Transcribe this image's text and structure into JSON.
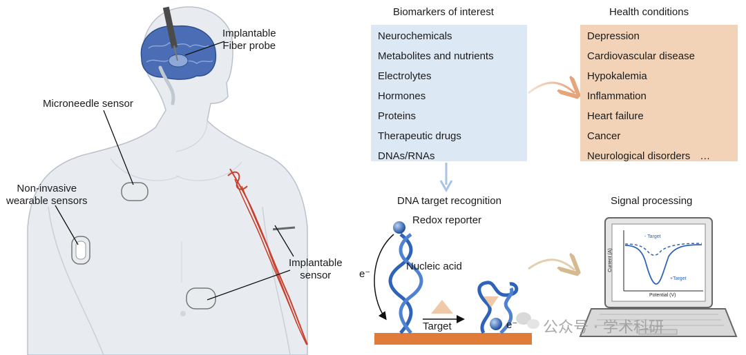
{
  "body_labels": {
    "fiber_probe": [
      "Implantable",
      "Fiber probe"
    ],
    "microneedle": "Microneedle sensor",
    "noninvasive": [
      "Non-invasive",
      "wearable sensors"
    ],
    "implantable_sensor": [
      "Implantable",
      "sensor"
    ]
  },
  "biomarkers": {
    "title": "Biomarkers of interest",
    "items": [
      "Neurochemicals",
      "Metabolites and nutrients",
      "Electrolytes",
      "Hormones",
      "Proteins",
      "Therapeutic drugs",
      "DNAs/RNAs"
    ]
  },
  "health": {
    "title": "Health conditions",
    "items": [
      "Depression",
      "Cardiovascular disease",
      "Hypokalemia",
      "Inflammation",
      "Heart failure",
      "Cancer",
      "Neurological disorders"
    ],
    "ellipsis": "…"
  },
  "dna": {
    "title": "DNA target recognition",
    "redox": "Redox reporter",
    "nucleic": "Nucleic acid",
    "electron_left": "e⁻",
    "electron_right": "e⁻",
    "target": "Target"
  },
  "signal": {
    "title": "Signal processing",
    "minus_target": "- Target",
    "plus_target": "+Target",
    "xlabel": "Potential (V)",
    "ylabel": "Current (A)"
  },
  "watermark": "公众号 · 学术科研",
  "colors": {
    "brain": "#4a6db5",
    "bio_panel": "#dde8f5",
    "health_panel": "#f2d3b8",
    "dna_blue": "#2f63b8",
    "electrode": "#e07b39",
    "vessel": "#c9402e",
    "target_shape": "#f0c9a8"
  }
}
